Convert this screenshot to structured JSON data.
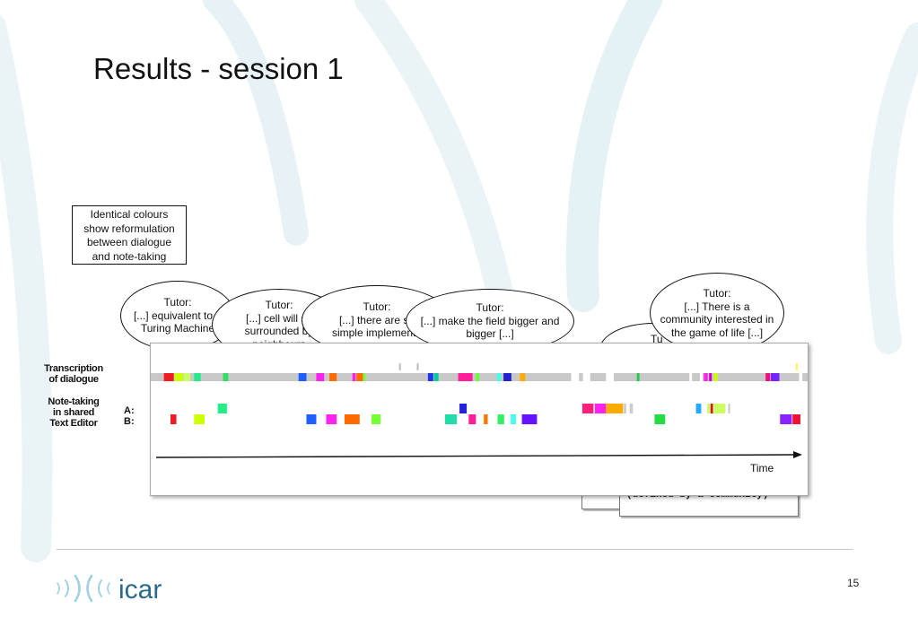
{
  "slide": {
    "title": "Results - session 1",
    "page_number": "15"
  },
  "legend_box": {
    "lines": [
      "Identical colours",
      "show reformulation",
      "between dialogue",
      "and note-taking"
    ]
  },
  "bubbles": [
    {
      "lines": [
        "Tutor:",
        "[...] equivalent to a",
        "Turing Machine"
      ]
    },
    {
      "lines": [
        "Tutor:",
        "[...] cell will su",
        "surrounded by",
        "neighbours"
      ]
    },
    {
      "lines": [
        "Tutor:",
        "[...] there are so",
        "simple implementa"
      ]
    },
    {
      "lines": [
        "Tutor:",
        "[...] make the field bigger and",
        "bigger [...]"
      ]
    },
    {
      "lines": [
        "Tutor:",
        "[...] There is a",
        "community interested in",
        "the game of life [...]"
      ]
    },
    {
      "lines": [
        "Tu"
      ]
    }
  ],
  "behind_note": {
    "text": "(defined by a community)"
  },
  "timeline": {
    "labels": {
      "transcription": [
        "Transcription",
        "of dialogue"
      ],
      "note_taking": [
        "Note-taking",
        "in shared",
        "Text Editor"
      ],
      "row_a": "A:",
      "row_b": "B:",
      "time": "Time"
    },
    "dialogue_bar_color": "#c8c8c8",
    "dialogue_segments": [
      {
        "t": 0.02,
        "w": 0.015,
        "c": "#ee1c24"
      },
      {
        "t": 0.036,
        "w": 0.013,
        "c": "#ccff00"
      },
      {
        "t": 0.05,
        "w": 0.01,
        "c": "#ccff66"
      },
      {
        "t": 0.066,
        "w": 0.01,
        "c": "#22ee88"
      },
      {
        "t": 0.11,
        "w": 0.008,
        "c": "#33dd66"
      },
      {
        "t": 0.225,
        "w": 0.012,
        "c": "#1f5fff"
      },
      {
        "t": 0.252,
        "w": 0.012,
        "c": "#ff22ee"
      },
      {
        "t": 0.272,
        "w": 0.011,
        "c": "#ff6a00"
      },
      {
        "t": 0.307,
        "w": 0.005,
        "c": "#ff22ee"
      },
      {
        "t": 0.313,
        "w": 0.01,
        "c": "#ff6a00"
      },
      {
        "t": 0.323,
        "w": 0.004,
        "c": "#77ff33"
      },
      {
        "t": 0.422,
        "w": 0.008,
        "c": "#2233ee"
      },
      {
        "t": 0.431,
        "w": 0.007,
        "c": "#00cc99"
      },
      {
        "t": 0.468,
        "w": 0.022,
        "c": "#ff1f9a"
      },
      {
        "t": 0.495,
        "w": 0.005,
        "c": "#66ff33"
      },
      {
        "t": 0.527,
        "w": 0.006,
        "c": "#44ffee"
      },
      {
        "t": 0.537,
        "w": 0.012,
        "c": "#2222cc"
      },
      {
        "t": 0.562,
        "w": 0.008,
        "c": "#ffaa00"
      },
      {
        "t": 0.64,
        "w": 0.012,
        "c": "#ffffff"
      },
      {
        "t": 0.658,
        "w": 0.011,
        "c": "#ffffff"
      },
      {
        "t": 0.693,
        "w": 0.012,
        "c": "#ffffff"
      },
      {
        "t": 0.74,
        "w": 0.004,
        "c": "#22cc44"
      },
      {
        "t": 0.82,
        "w": 0.004,
        "c": "#ffffff"
      },
      {
        "t": 0.836,
        "w": 0.004,
        "c": "#ffffff"
      },
      {
        "t": 0.842,
        "w": 0.006,
        "c": "#ff22ee"
      },
      {
        "t": 0.85,
        "w": 0.004,
        "c": "#cc00cc"
      },
      {
        "t": 0.857,
        "w": 0.006,
        "c": "#ccff00"
      },
      {
        "t": 0.936,
        "w": 0.007,
        "c": "#ee1177"
      },
      {
        "t": 0.944,
        "w": 0.013,
        "c": "#7722ff"
      },
      {
        "t": 0.987,
        "w": 0.005,
        "c": "#ffffff"
      }
    ],
    "top_ticks": [
      {
        "t": 0.378,
        "c": "#bbbbbb"
      },
      {
        "t": 0.405,
        "c": "#bbbbbb"
      },
      {
        "t": 0.982,
        "c": "#ffee55"
      }
    ],
    "note_a": [
      {
        "t": 0.102,
        "w": 0.014,
        "c": "#22ee88"
      },
      {
        "t": 0.47,
        "w": 0.011,
        "c": "#2222dd"
      },
      {
        "t": 0.657,
        "w": 0.017,
        "c": "#ff1f7a"
      },
      {
        "t": 0.676,
        "w": 0.017,
        "c": "#ff22ee"
      },
      {
        "t": 0.693,
        "w": 0.026,
        "c": "#ffaa00"
      },
      {
        "t": 0.72,
        "w": 0.004,
        "c": "#cccccc"
      },
      {
        "t": 0.729,
        "w": 0.005,
        "c": "#cccccc"
      },
      {
        "t": 0.83,
        "w": 0.008,
        "c": "#22aaff"
      },
      {
        "t": 0.847,
        "w": 0.004,
        "c": "#ccff66"
      },
      {
        "t": 0.852,
        "w": 0.004,
        "c": "#cc2200"
      },
      {
        "t": 0.857,
        "w": 0.018,
        "c": "#ccff66"
      },
      {
        "t": 0.879,
        "w": 0.003,
        "c": "#cccccc"
      }
    ],
    "note_b": [
      {
        "t": 0.03,
        "w": 0.009,
        "c": "#ee1c24"
      },
      {
        "t": 0.066,
        "w": 0.016,
        "c": "#ccff00"
      },
      {
        "t": 0.237,
        "w": 0.015,
        "c": "#1f5fff"
      },
      {
        "t": 0.267,
        "w": 0.016,
        "c": "#ff22ee"
      },
      {
        "t": 0.295,
        "w": 0.023,
        "c": "#ff6a00"
      },
      {
        "t": 0.336,
        "w": 0.014,
        "c": "#77ff33"
      },
      {
        "t": 0.448,
        "w": 0.018,
        "c": "#22ddaa"
      },
      {
        "t": 0.484,
        "w": 0.011,
        "c": "#ff1f9a"
      },
      {
        "t": 0.507,
        "w": 0.006,
        "c": "#ff7700"
      },
      {
        "t": 0.528,
        "w": 0.01,
        "c": "#33ee66"
      },
      {
        "t": 0.548,
        "w": 0.008,
        "c": "#44ffee"
      },
      {
        "t": 0.565,
        "w": 0.023,
        "c": "#6611ff"
      },
      {
        "t": 0.767,
        "w": 0.016,
        "c": "#22dd44"
      },
      {
        "t": 0.958,
        "w": 0.018,
        "c": "#8822ff"
      },
      {
        "t": 0.977,
        "w": 0.012,
        "c": "#ee1133"
      }
    ]
  },
  "logo": {
    "text": "icar",
    "color": "#2a6a8c",
    "ring_color": "#9fd0e3"
  }
}
